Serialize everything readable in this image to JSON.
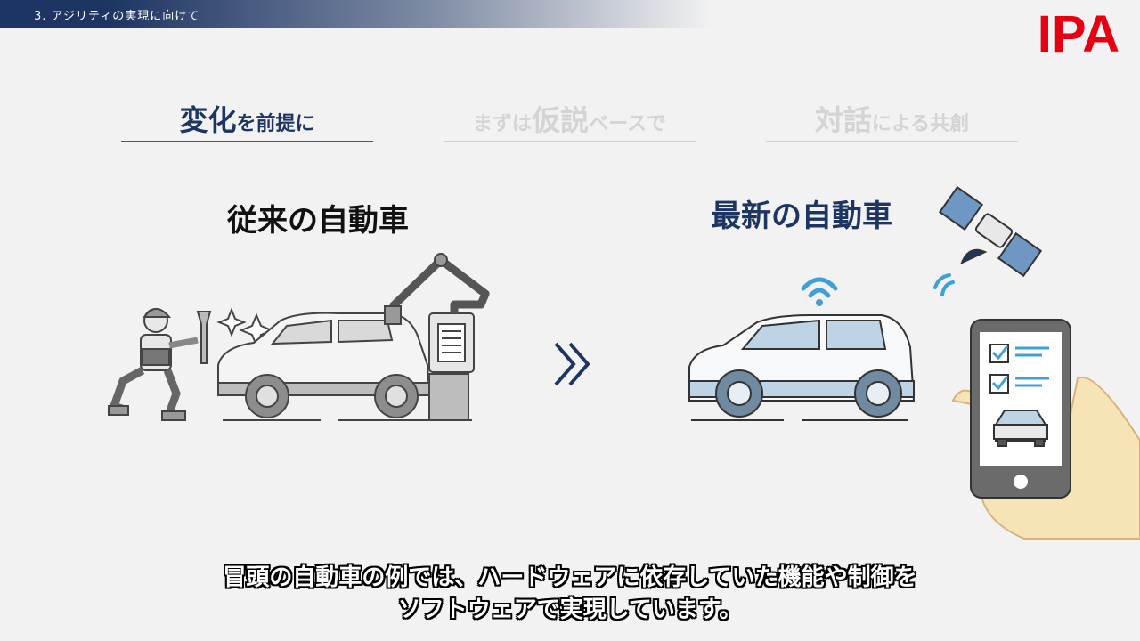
{
  "header": {
    "section_title": "3. アジリティの実現に向けて"
  },
  "logo": {
    "text": "IPA",
    "color": "#e60012"
  },
  "tabs": [
    {
      "parts": [
        {
          "text": "変化",
          "size": "big"
        },
        {
          "text": "を前提に",
          "size": "small"
        }
      ],
      "active": true
    },
    {
      "parts": [
        {
          "text": "まずは",
          "size": "small"
        },
        {
          "text": "仮説",
          "size": "big"
        },
        {
          "text": "ベースで",
          "size": "small"
        }
      ],
      "active": false
    },
    {
      "parts": [
        {
          "text": "対話",
          "size": "big"
        },
        {
          "text": "による共創",
          "size": "small"
        }
      ],
      "active": false
    }
  ],
  "comparison": {
    "left_heading": "従来の自動車",
    "right_heading": "最新の自動車"
  },
  "captions": [
    "冒頭の自動車の例では、ハードウェアに依存していた機能や制御を",
    "ソフトウェアで実現しています。"
  ],
  "colors": {
    "navy": "#1d3563",
    "accent_blue": "#3fa0d8",
    "light_blue": "#bcd4e6"
  },
  "icons": [
    "mechanic-icon",
    "wrench-icon",
    "sparkle-icon",
    "robot-arm-icon",
    "car-icon",
    "wifi-icon",
    "satellite-icon",
    "smartphone-icon",
    "checklist-icon",
    "chevron-double-right-icon"
  ]
}
